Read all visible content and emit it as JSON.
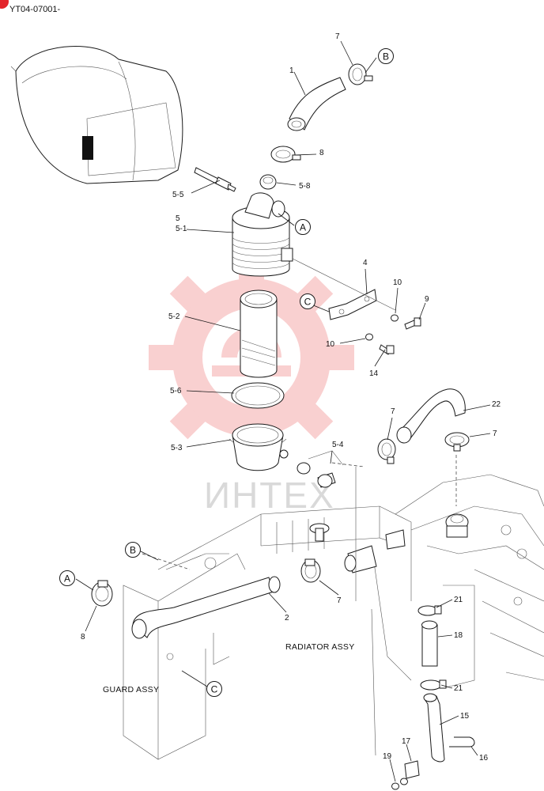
{
  "document_code": "YT04-07001-",
  "watermark_text": "ИНТЕХ",
  "captions": {
    "radiator": "RADIATOR ASSY",
    "guard": "GUARD ASSY"
  },
  "reference_markers": {
    "a_top": "A",
    "b_top": "B",
    "c_top": "C",
    "a_bottom": "A",
    "b_bottom": "B",
    "c_bottom": "C"
  },
  "part_labels": {
    "p1": "1",
    "p7_top": "7",
    "p8_top": "8",
    "p5_8": "5-8",
    "p5_5": "5-5",
    "p5": "5",
    "p5_1": "5-1",
    "p4": "4",
    "p10_a": "10",
    "p9": "9",
    "p10_b": "10",
    "p14": "14",
    "p5_2": "5-2",
    "p5_6": "5-6",
    "p5_3": "5-3",
    "p5_4": "5-4",
    "p7_mid": "7",
    "p22": "22",
    "p7_right": "7",
    "p8_bottom": "8",
    "p2": "2",
    "p7_lower": "7",
    "p21_a": "21",
    "p18": "18",
    "p21_b": "21",
    "p15": "15",
    "p17": "17",
    "p19": "19",
    "p16": "16"
  }
}
